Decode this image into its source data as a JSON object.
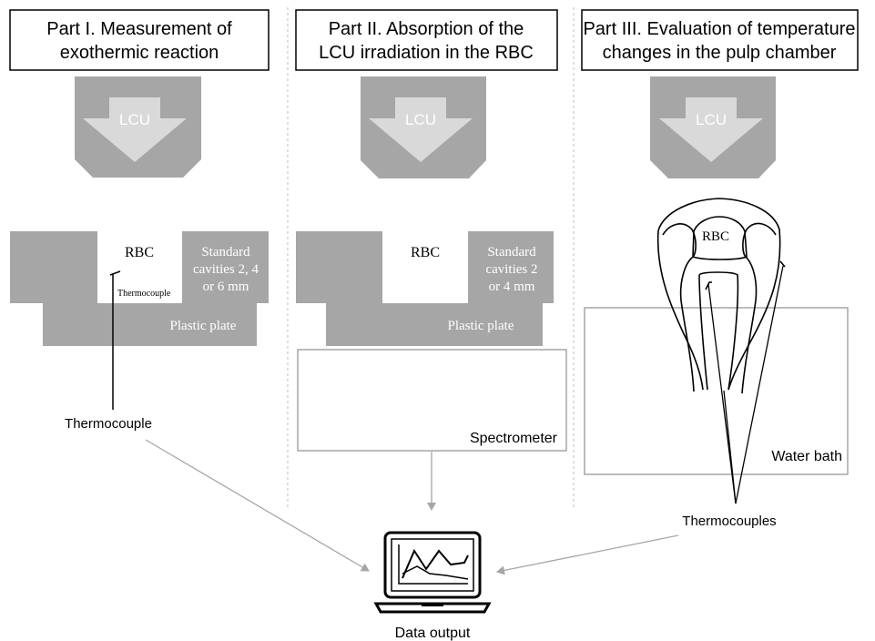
{
  "parts": [
    {
      "title_line1": "Part I. Measurement of",
      "title_line2": "exothermic reaction",
      "lcu": "LCU",
      "rbc": "RBC",
      "cavity_line1": "Standard",
      "cavity_line2": "cavities 2, 4",
      "cavity_line3": "or 6 mm",
      "inner_thermocouple": "Thermocouple",
      "plate": "Plastic plate",
      "sensor": "Thermocouple"
    },
    {
      "title_line1": "Part II. Absorption of the",
      "title_line2": "LCU irradiation in the RBC",
      "lcu": "LCU",
      "rbc": "RBC",
      "cavity_line1": "Standard",
      "cavity_line2": "cavities 2",
      "cavity_line3": "or 4 mm",
      "plate": "Plastic plate",
      "sensor": "Spectrometer"
    },
    {
      "title_line1": "Part III. Evaluation of temperature",
      "title_line2": "changes in the pulp chamber",
      "lcu": "LCU",
      "rbc": "RBC",
      "bath": "Water bath",
      "sensor": "Thermocouples"
    }
  ],
  "output": {
    "label": "Data output"
  },
  "colors": {
    "block": "#a6a6a6",
    "arrow": "#d9d9d9",
    "stroke": "#000000",
    "box_stroke": "#a6a6a6",
    "divider": "#bfbfbf",
    "connector": "#a6a6a6"
  }
}
